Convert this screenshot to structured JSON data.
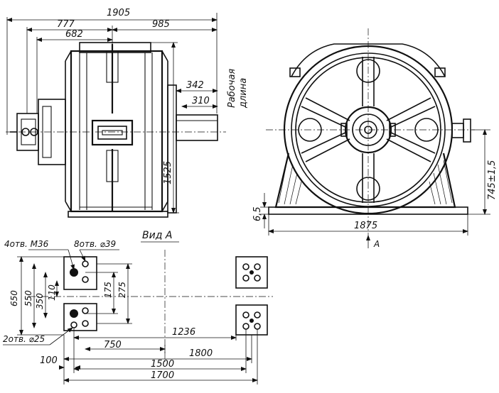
{
  "labels": {
    "overall_length": "1905",
    "dim_777": "777",
    "dim_985": "985",
    "dim_682": "682",
    "dim_342": "342",
    "dim_310": "310",
    "working_length_line1": "Рабочая",
    "working_length_line2": "длина",
    "height_1525": "1525",
    "width_1875": "1875",
    "height_745": "745±1,5",
    "dim_6_5": "6,5",
    "view_arrow_label": "A",
    "view_title": "Вид А",
    "holes_m36": "4отв. М36",
    "holes_d39": "8отв. ⌀39",
    "holes_d25": "2отв. ⌀25",
    "dim_650": "650",
    "dim_550": "550",
    "dim_350": "350",
    "dim_110": "110",
    "dim_175": "175",
    "dim_275": "275",
    "dim_1236": "1236",
    "dim_750": "750",
    "dim_1800": "1800",
    "dim_100": "100",
    "dim_1500": "1500",
    "dim_1700": "1700"
  }
}
